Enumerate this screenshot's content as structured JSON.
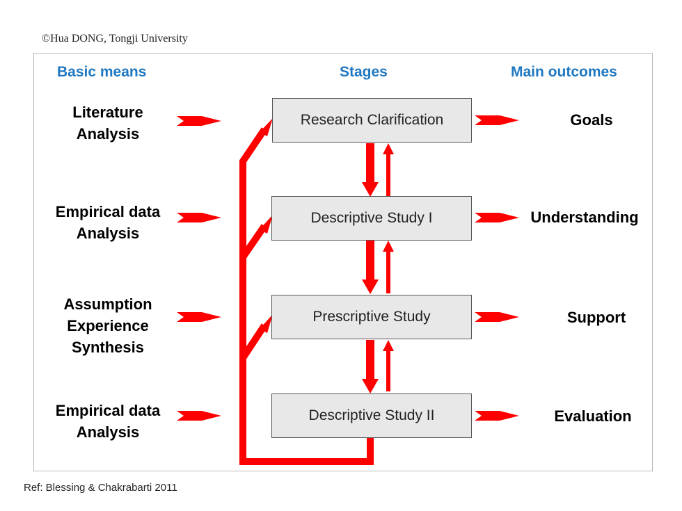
{
  "copyright": "©Hua DONG, Tongji University",
  "headers": {
    "basic_means": "Basic means",
    "stages": "Stages",
    "main_outcomes": "Main outcomes"
  },
  "rows": [
    {
      "means": "Literature\nAnalysis",
      "stage": "Research Clarification",
      "outcome": "Goals"
    },
    {
      "means": "Empirical data\nAnalysis",
      "stage": "Descriptive Study I",
      "outcome": "Understanding"
    },
    {
      "means": "Assumption\nExperience\nSynthesis",
      "stage": "Prescriptive Study",
      "outcome": "Support"
    },
    {
      "means": "Empirical data\nAnalysis",
      "stage": "Descriptive Study II",
      "outcome": "Evaluation"
    }
  ],
  "reference": "Ref: Blessing & Chakrabarti 2011",
  "colors": {
    "heading": "#1f78c1",
    "arrow": "#ff0000",
    "stage_fill": "#e8e8e8"
  }
}
